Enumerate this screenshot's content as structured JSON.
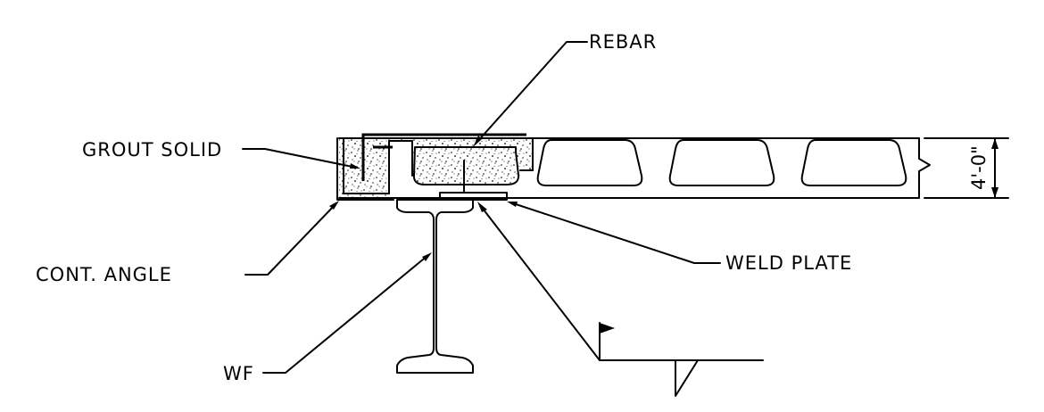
{
  "labels": {
    "rebar": "REBAR",
    "grout_solid": "GROUT SOLID",
    "cont_angle": "CONT. ANGLE",
    "weld_plate": "WELD PLATE",
    "wf": "WF"
  },
  "dimension": {
    "slab_width": "4'-0\""
  }
}
